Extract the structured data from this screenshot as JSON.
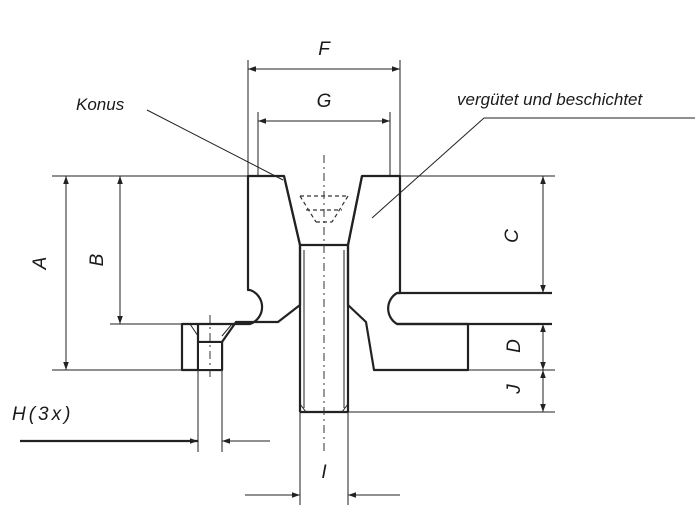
{
  "labels": {
    "konus": "Konus",
    "coating": "vergütet und beschichtet",
    "dimF": "F",
    "dimG": "G",
    "dimA": "A",
    "dimB": "B",
    "dimC": "C",
    "dimD": "D",
    "dimJ": "J",
    "dimH": "H(3x)",
    "dimI": "I"
  },
  "colors": {
    "line": "#222222",
    "hatch": "#444444",
    "background": "#ffffff"
  }
}
